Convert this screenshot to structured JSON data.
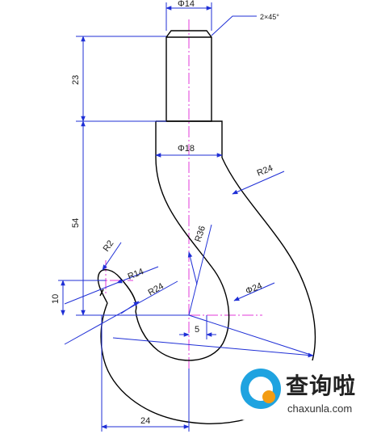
{
  "labels": {
    "shaft_diameter": "Φ14",
    "chamfer": "2×45°",
    "shaft_length": "23",
    "neck_diameter": "Φ18",
    "outer_radius": "R24",
    "inner_radius": "R36",
    "body_height": "54",
    "tip_radius": "R2",
    "tip_arc_radius": "R14",
    "tip_inner_radius": "R24",
    "bore_diameter": "Φ24",
    "tip_offset": "10",
    "center_offset": "5",
    "tip_width": "24"
  },
  "watermark": {
    "title": "查询啦",
    "url": "chaxunla.com",
    "logo_name": "magnifier-logo"
  },
  "colors": {
    "outline": "#000000",
    "dimension": "#1f2fd6",
    "centerline": "#e23ad9",
    "brand": "#1fa3e0"
  }
}
